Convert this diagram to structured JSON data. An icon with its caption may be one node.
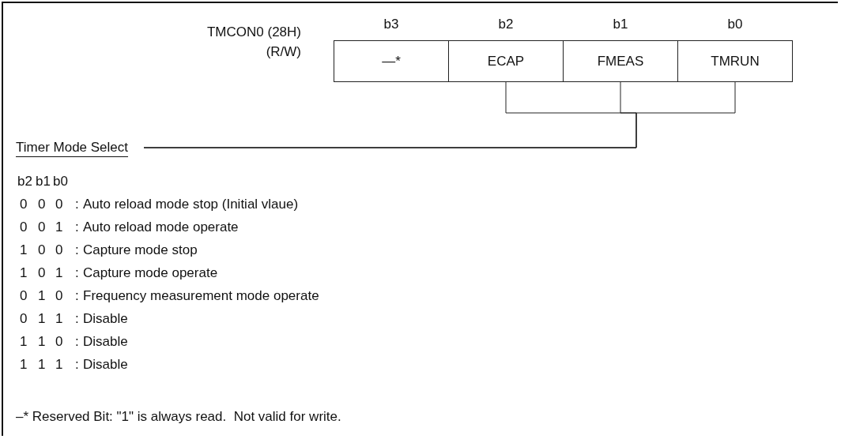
{
  "diagram": {
    "nodes": [
      {
        "text": [
          "—*"
        ]
      },
      {
        "text": [
          "ECAP"
        ]
      },
      {
        "text": [
          "FMEAS"
        ]
      },
      {
        "text": [
          "TMRUN"
        ]
      },
      {
        "text": [
          "Timer Mode Select"
        ]
      }
    ],
    "edges": [
      {
        "from": 1,
        "to": 4,
        "arrow": "none"
      },
      {
        "from": 2,
        "to": 4,
        "arrow": "none"
      },
      {
        "from": 3,
        "to": 4,
        "arrow": "none"
      }
    ],
    "labels": [
      "TMCON0 (28H)",
      "(R/W)",
      "b3",
      "b2",
      "b1",
      "b0",
      "b2",
      "b1",
      "b0",
      "0",
      "0",
      "0",
      ":",
      "Auto reload mode stop (Initial vlaue)",
      "0",
      "0",
      "1",
      ":",
      "Auto reload mode operate",
      "1",
      "0",
      "0",
      ":",
      "Capture mode stop",
      "1",
      "0",
      "1",
      ":",
      "Capture mode operate",
      "0",
      "1",
      "0",
      ":",
      "Frequency measurement mode operate",
      "0",
      "1",
      "1",
      ":",
      "Disable",
      "1",
      "1",
      "0",
      ":",
      "Disable",
      "1",
      "1",
      "1",
      ":",
      "Disable",
      "–* Reserved Bit: \"1\" is always read.  Not valid for write."
    ]
  }
}
